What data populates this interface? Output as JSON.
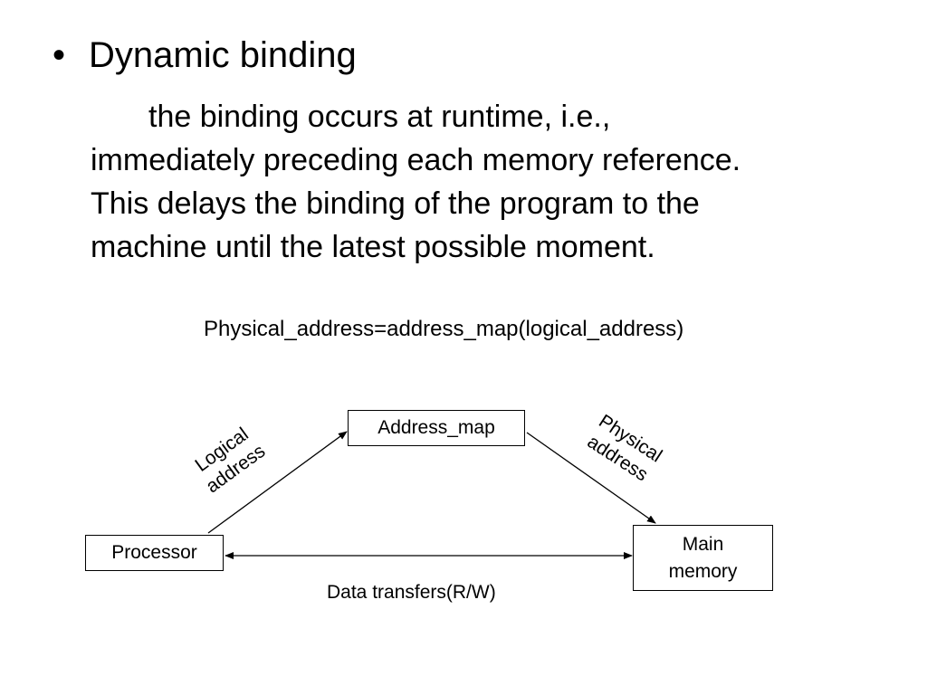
{
  "slide": {
    "bullet_symbol": "•",
    "heading": "Dynamic binding",
    "paragraph_lines": [
      "the binding occurs at runtime, i.e.,",
      "immediately preceding each memory reference.",
      "This delays the binding of the program to the",
      "machine until the latest possible moment."
    ],
    "formula": "Physical_address=address_map(logical_address)"
  },
  "diagram": {
    "nodes": {
      "address_map": "Address_map",
      "processor": "Processor",
      "main_memory_line1": "Main",
      "main_memory_line2": "memory"
    },
    "edges": {
      "logical_line1": "Logical",
      "logical_line2": "address",
      "physical_line1": "Physical",
      "physical_line2": "address",
      "data_transfers": "Data transfers(R/W)"
    }
  }
}
